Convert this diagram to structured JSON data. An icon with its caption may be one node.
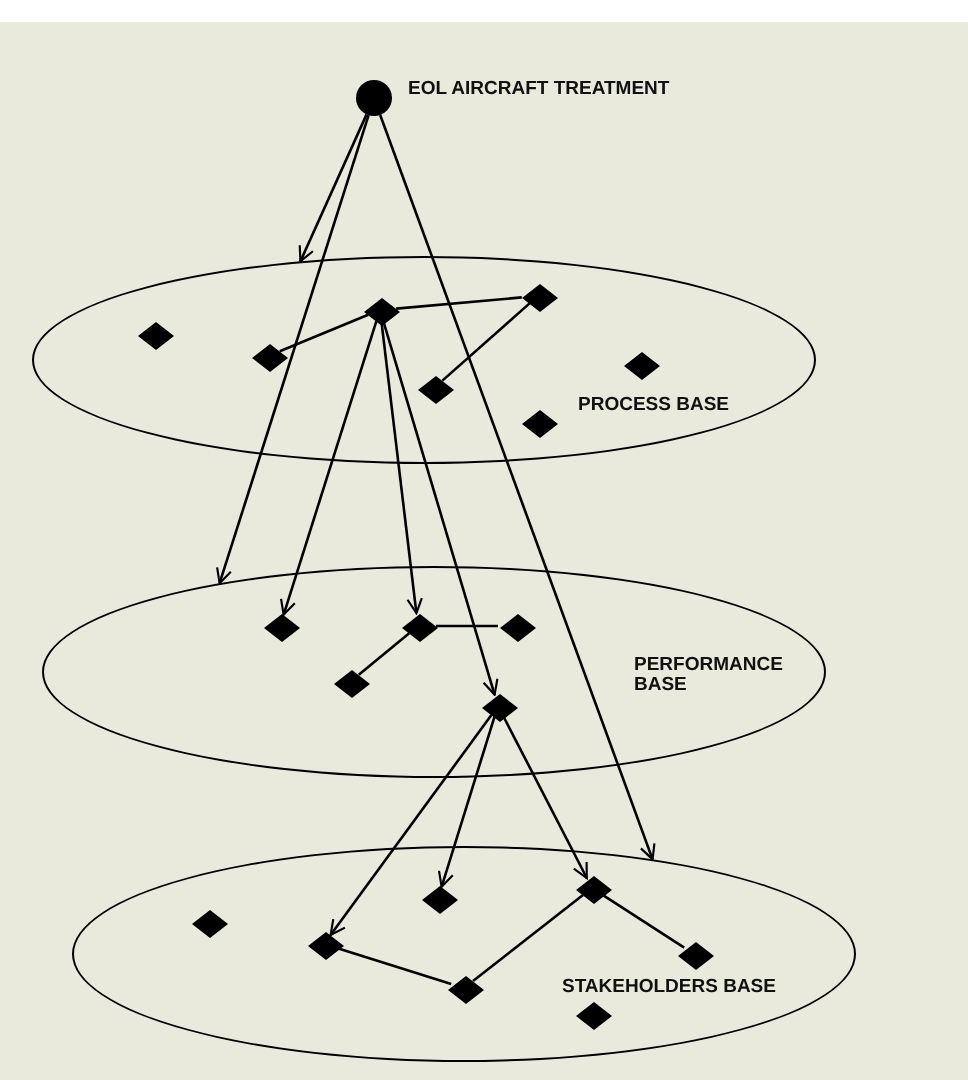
{
  "diagram": {
    "nodes": [
      {
        "text": [],
        "shape": "circle",
        "beside": [
          "EOL AIRCRAFT TREATMENT"
        ]
      },
      {
        "text": [
          "PROCESS BASE"
        ]
      },
      {
        "text": [],
        "shape": "diamond",
        "in": 1
      },
      {
        "text": [],
        "shape": "diamond",
        "in": 1
      },
      {
        "text": [],
        "shape": "diamond",
        "in": 1
      },
      {
        "text": [],
        "shape": "diamond",
        "in": 1
      },
      {
        "text": [],
        "shape": "diamond",
        "in": 1
      },
      {
        "text": [],
        "shape": "diamond",
        "in": 1
      },
      {
        "text": [],
        "shape": "diamond",
        "in": 1
      },
      {
        "text": [
          "PERFORMANCE BASE"
        ]
      },
      {
        "text": [],
        "shape": "diamond",
        "in": 9
      },
      {
        "text": [],
        "shape": "diamond",
        "in": 9
      },
      {
        "text": [],
        "shape": "diamond",
        "in": 9
      },
      {
        "text": [],
        "shape": "diamond",
        "in": 9
      },
      {
        "text": [],
        "shape": "diamond",
        "in": 9
      },
      {
        "text": [
          "STAKEHOLDERS BASE"
        ]
      },
      {
        "text": [],
        "shape": "diamond",
        "in": 15
      },
      {
        "text": [],
        "shape": "diamond",
        "in": 15
      },
      {
        "text": [],
        "shape": "diamond",
        "in": 15
      },
      {
        "text": [],
        "shape": "diamond",
        "in": 15
      },
      {
        "text": [],
        "shape": "diamond",
        "in": 15
      },
      {
        "text": [],
        "shape": "diamond",
        "in": 15
      },
      {
        "text": [],
        "shape": "diamond",
        "in": 15
      }
    ],
    "edges": [
      {
        "from": 0,
        "to": 1,
        "arrow": "to"
      },
      {
        "from": 0,
        "to": 9,
        "arrow": "to"
      },
      {
        "from": 0,
        "to": 15,
        "arrow": "to"
      },
      {
        "from": 3,
        "to": 4,
        "arrow": "none"
      },
      {
        "from": 4,
        "to": 6,
        "arrow": "none"
      },
      {
        "from": 6,
        "to": 5,
        "arrow": "none"
      },
      {
        "from": 4,
        "to": 10,
        "arrow": "to"
      },
      {
        "from": 4,
        "to": 12,
        "arrow": "to"
      },
      {
        "from": 4,
        "to": 13,
        "arrow": "to"
      },
      {
        "from": 12,
        "to": 14,
        "arrow": "none"
      },
      {
        "from": 12,
        "to": 11,
        "arrow": "none"
      },
      {
        "from": 13,
        "to": 17,
        "arrow": "to"
      },
      {
        "from": 13,
        "to": 18,
        "arrow": "to"
      },
      {
        "from": 13,
        "to": 20,
        "arrow": "to"
      },
      {
        "from": 17,
        "to": 19,
        "arrow": "none"
      },
      {
        "from": 19,
        "to": 20,
        "arrow": "none"
      },
      {
        "from": 20,
        "to": 22,
        "arrow": "none"
      }
    ]
  }
}
